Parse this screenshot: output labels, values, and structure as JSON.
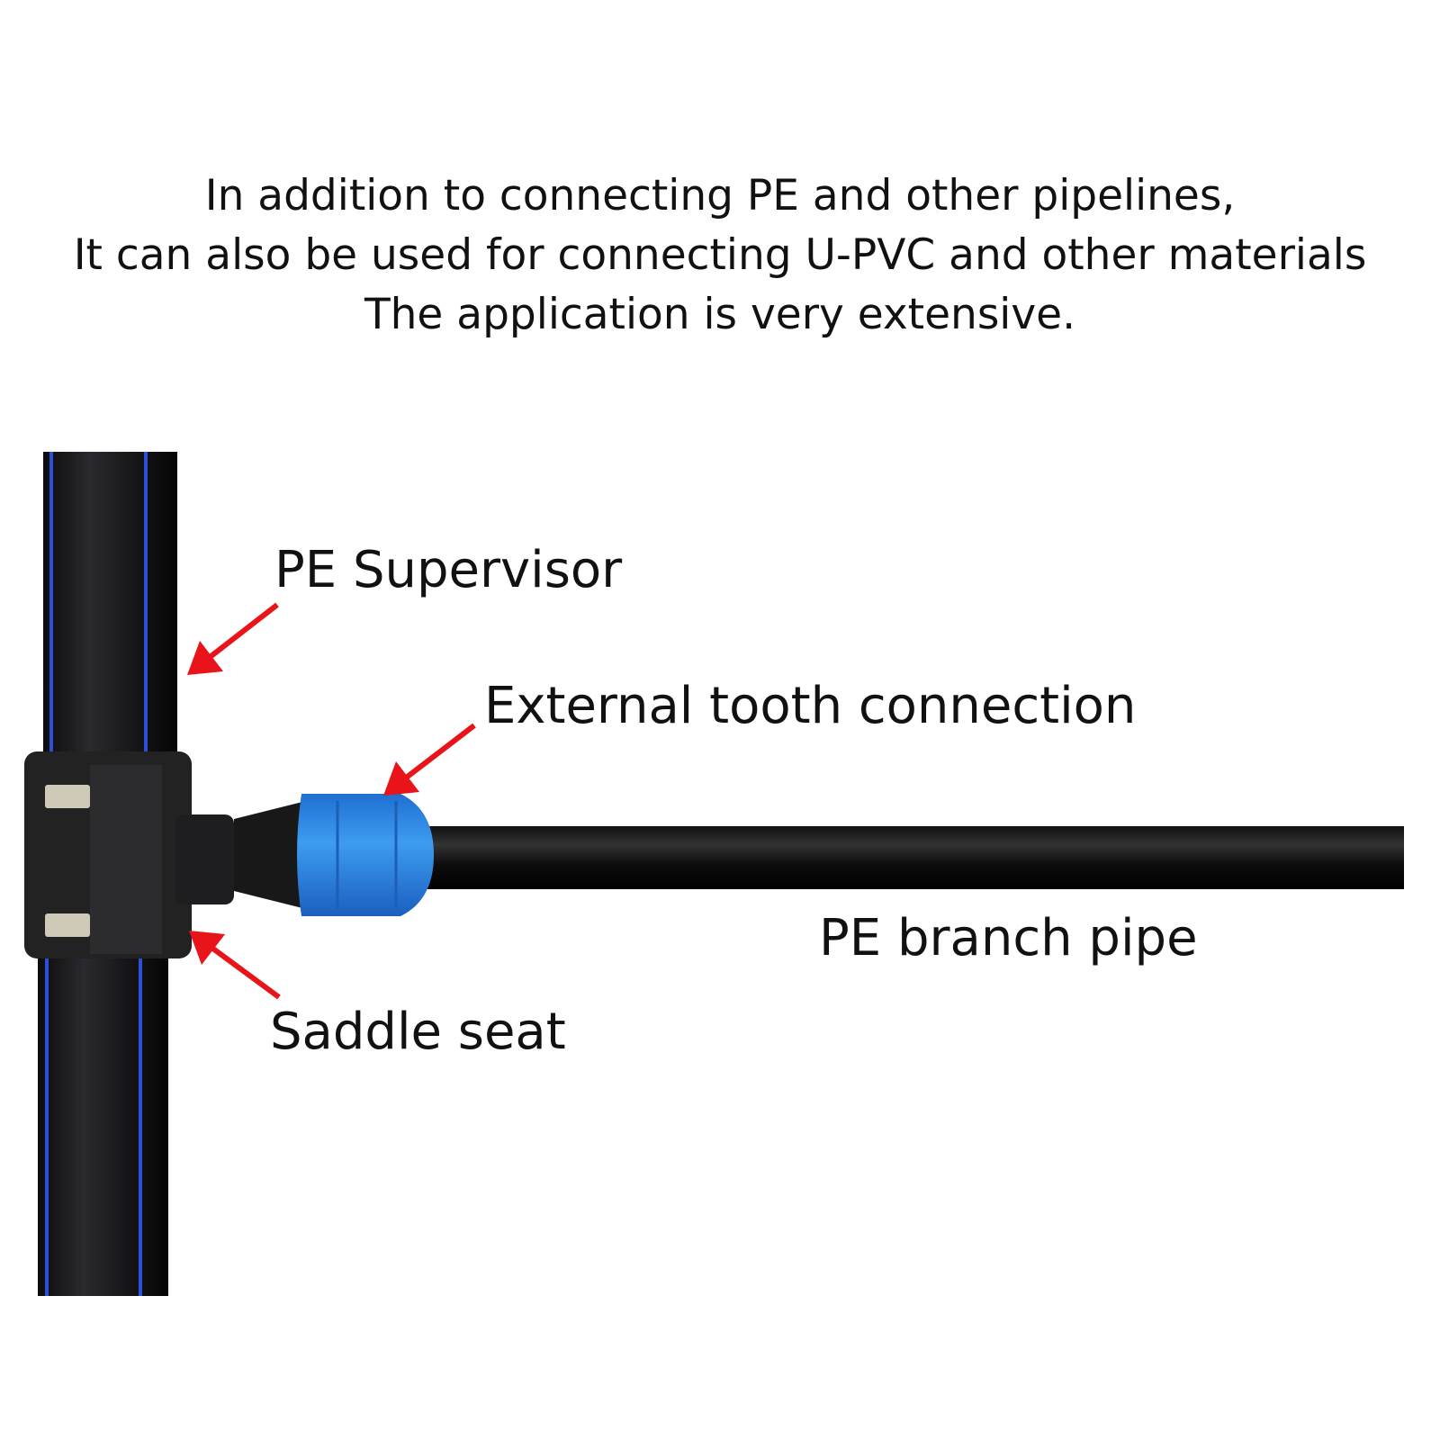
{
  "intro": {
    "lines": [
      "In addition to connecting PE and other pipelines,",
      "It can also be used for connecting U-PVC and other materials",
      "The application is very extensive."
    ]
  },
  "labels": {
    "pe_supervisor": "PE Supervisor",
    "external_tooth": "External tooth connection",
    "branch_pipe": "PE branch pipe",
    "saddle_seat": "Saddle seat"
  },
  "colors": {
    "pipe": "#1a1a1c",
    "stripe": "#2a4fd8",
    "cap": "#2f8be6",
    "arrow": "#e8141a"
  }
}
